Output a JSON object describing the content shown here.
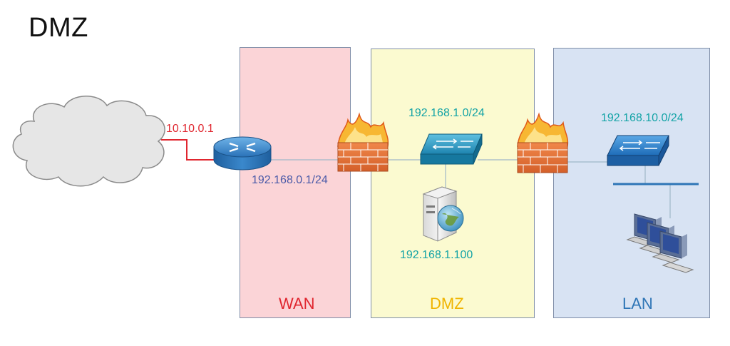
{
  "title": "DMZ",
  "zones": {
    "wan": {
      "label": "WAN",
      "fill": "#fbd4d7",
      "label_color": "#e0262f"
    },
    "dmz": {
      "label": "DMZ",
      "fill": "#fbfad0",
      "label_color": "#f0b400"
    },
    "lan": {
      "label": "LAN",
      "fill": "#d8e3f3",
      "label_color": "#2e75b6"
    }
  },
  "addresses": {
    "router_external": "10.10.0.1",
    "router_internal": "192.168.0.1/24",
    "dmz_network": "192.168.1.0/24",
    "dmz_server": "192.168.1.100",
    "lan_network": "192.168.10.0/24"
  },
  "colors": {
    "external_link": "#e0262f",
    "link": "#9fb8c8",
    "internal_ip": "#4a5aa8",
    "network_ip": "#13a3a6"
  },
  "icons": [
    "cloud-icon",
    "router-icon",
    "firewall-icon",
    "switch-icon",
    "web-server-icon",
    "computers-icon"
  ]
}
